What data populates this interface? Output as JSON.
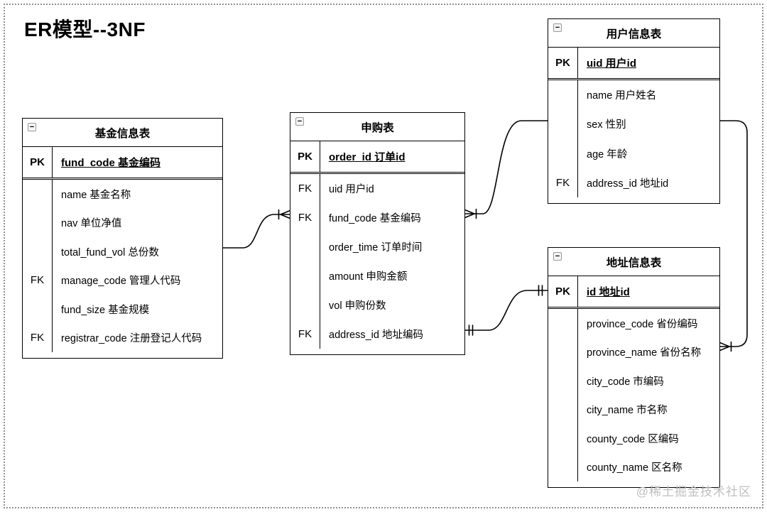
{
  "page": {
    "title": "ER模型--3NF",
    "watermark": "@稀土掘金技术社区"
  },
  "colors": {
    "line": "#000000",
    "watermark": "#bfbfbf",
    "frame_dots": "#909090",
    "background": "#ffffff"
  },
  "icons": {
    "collapse": "−"
  },
  "tables": [
    {
      "id": "fund",
      "title": "基金信息表",
      "pk": {
        "key": "PK",
        "field": "fund_code 基金编码"
      },
      "rows": [
        {
          "key": "",
          "field": "name 基金名称"
        },
        {
          "key": "",
          "field": "nav 单位净值"
        },
        {
          "key": "",
          "field": "total_fund_vol 总份数"
        },
        {
          "key": "FK",
          "field": "manage_code 管理人代码"
        },
        {
          "key": "",
          "field": "fund_size 基金规模"
        },
        {
          "key": "FK",
          "field": "registrar_code 注册登记人代码"
        }
      ]
    },
    {
      "id": "order",
      "title": "申购表",
      "pk": {
        "key": "PK",
        "field": "order_id 订单id"
      },
      "rows": [
        {
          "key": "FK",
          "field": "uid 用户id"
        },
        {
          "key": "FK",
          "field": "fund_code 基金编码"
        },
        {
          "key": "",
          "field": "order_time 订单时间"
        },
        {
          "key": "",
          "field": "amount 申购金额"
        },
        {
          "key": "",
          "field": "vol 申购份数"
        },
        {
          "key": "FK",
          "field": "address_id 地址编码"
        }
      ]
    },
    {
      "id": "user",
      "title": "用户信息表",
      "pk": {
        "key": "PK",
        "field": "uid 用户id"
      },
      "rows": [
        {
          "key": "",
          "field": "name 用户姓名"
        },
        {
          "key": "",
          "field": "sex 性别"
        },
        {
          "key": "",
          "field": "age 年龄"
        },
        {
          "key": "FK",
          "field": "address_id 地址id"
        }
      ]
    },
    {
      "id": "address",
      "title": "地址信息表",
      "pk": {
        "key": "PK",
        "field": "id 地址id"
      },
      "rows": [
        {
          "key": "",
          "field": "province_code 省份编码"
        },
        {
          "key": "",
          "field": "province_name 省份名称"
        },
        {
          "key": "",
          "field": "city_code 市编码"
        },
        {
          "key": "",
          "field": "city_name 市名称"
        },
        {
          "key": "",
          "field": "county_code 区编码"
        },
        {
          "key": "",
          "field": "county_name 区名称"
        }
      ]
    }
  ],
  "relationships": [
    {
      "from": "基金信息表.fund_code",
      "to": "申购表.fund_code",
      "from_end": "plain",
      "to_end": "crow-foot-bar (many)"
    },
    {
      "from": "用户信息表.uid",
      "to": "申购表.uid",
      "from_end": "plain",
      "to_end": "crow-foot-bar (many)"
    },
    {
      "from": "地址信息表.id",
      "to": "申购表.address_id",
      "from_end": "double-bar (one)",
      "to_end": "double-bar (one)"
    },
    {
      "from": "用户信息表.address_id",
      "to": "地址信息表.id",
      "from_end": "plain",
      "to_end": "crow-foot-bar (many)"
    }
  ]
}
